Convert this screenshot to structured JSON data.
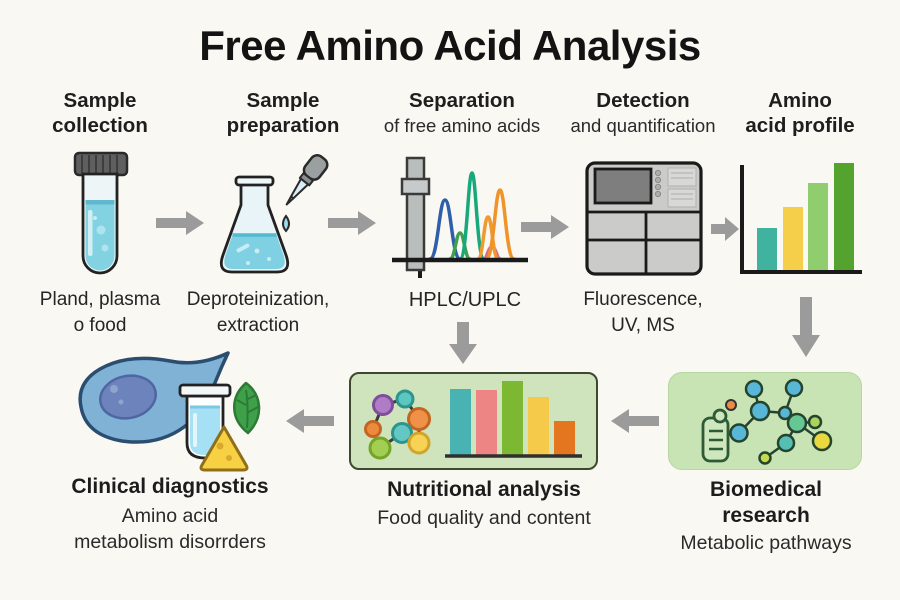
{
  "title": "Free Amino Acid Analysis",
  "steps": [
    {
      "name": "sample-collection",
      "line1": "Sample",
      "line2": "collection",
      "caption_line1": "Pland, plasma",
      "caption_line2": "o food"
    },
    {
      "name": "sample-preparation",
      "line1": "Sample",
      "line2": "preparation",
      "caption_line1": "Deproteinization,",
      "caption_line2": "extraction"
    },
    {
      "name": "separation",
      "line1": "Separation",
      "line2": "of free amino acids",
      "caption_line1": "HPLC/UPLC",
      "caption_line2": ""
    },
    {
      "name": "detection",
      "line1": "Detection",
      "line2": "and quantification",
      "caption_line1": "Fluorescence,",
      "caption_line2": "UV, MS"
    },
    {
      "name": "amino-acid-profile",
      "line1": "Amino",
      "line2": "acid profile",
      "caption_line1": "",
      "caption_line2": ""
    }
  ],
  "applications": {
    "clinical": {
      "title": "Clinical diagnostics",
      "subtitle_line1": "Amino acid",
      "subtitle_line2": "metabolism disorrders"
    },
    "nutritional": {
      "title": "Nutritional analysis",
      "subtitle": "Food quality and content"
    },
    "biomedical": {
      "title_line1": "Biomedical",
      "title_line2": "research",
      "subtitle": "Metabolic pathways"
    }
  },
  "icons": [
    "test-tube-icon",
    "flask-dropper-icon",
    "chromatogram-icon",
    "detector-instrument-icon",
    "bar-profile-icon",
    "cell-tube-leaf-triangle-icon",
    "molecule-bars-icon",
    "pathway-network-icon"
  ],
  "colors": {
    "background": "#faf8f2",
    "arrow_gray": "#9b9b9b",
    "tube_liquid": "#82d2e2",
    "flask_liquid": "#7fd0e2",
    "peak_blue": "#2f5fa8",
    "peak_green": "#3fa04f",
    "peak_teal": "#17a87b",
    "peak_orange": "#f0932a",
    "peak_pink": "#d86a8a",
    "profile_bars": [
      "#3fb3a0",
      "#f6cf4a",
      "#8fcd6e",
      "#55a32f"
    ],
    "nutrition_bars": [
      "#49b2b2",
      "#ee8585",
      "#7cb832",
      "#f5c94a",
      "#e4761f"
    ],
    "app_box_green": "#cfe3bc",
    "cell_blue": "#7fb2d4",
    "leaf_green": "#3fa04a",
    "triangle_yellow": "#f7d143"
  }
}
